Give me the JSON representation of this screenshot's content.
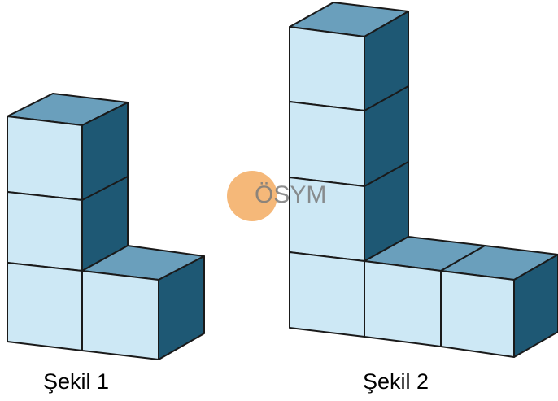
{
  "figures": [
    {
      "caption": "Şekil 1"
    },
    {
      "caption": "Şekil 2"
    }
  ],
  "watermark": {
    "text": "ÖSYM",
    "circle_color": "#f4b06a"
  },
  "colors": {
    "front_face": "#cde8f5",
    "top_face": "#6a9fbc",
    "side_face": "#1e5874",
    "edge": "#1a1a1a"
  }
}
